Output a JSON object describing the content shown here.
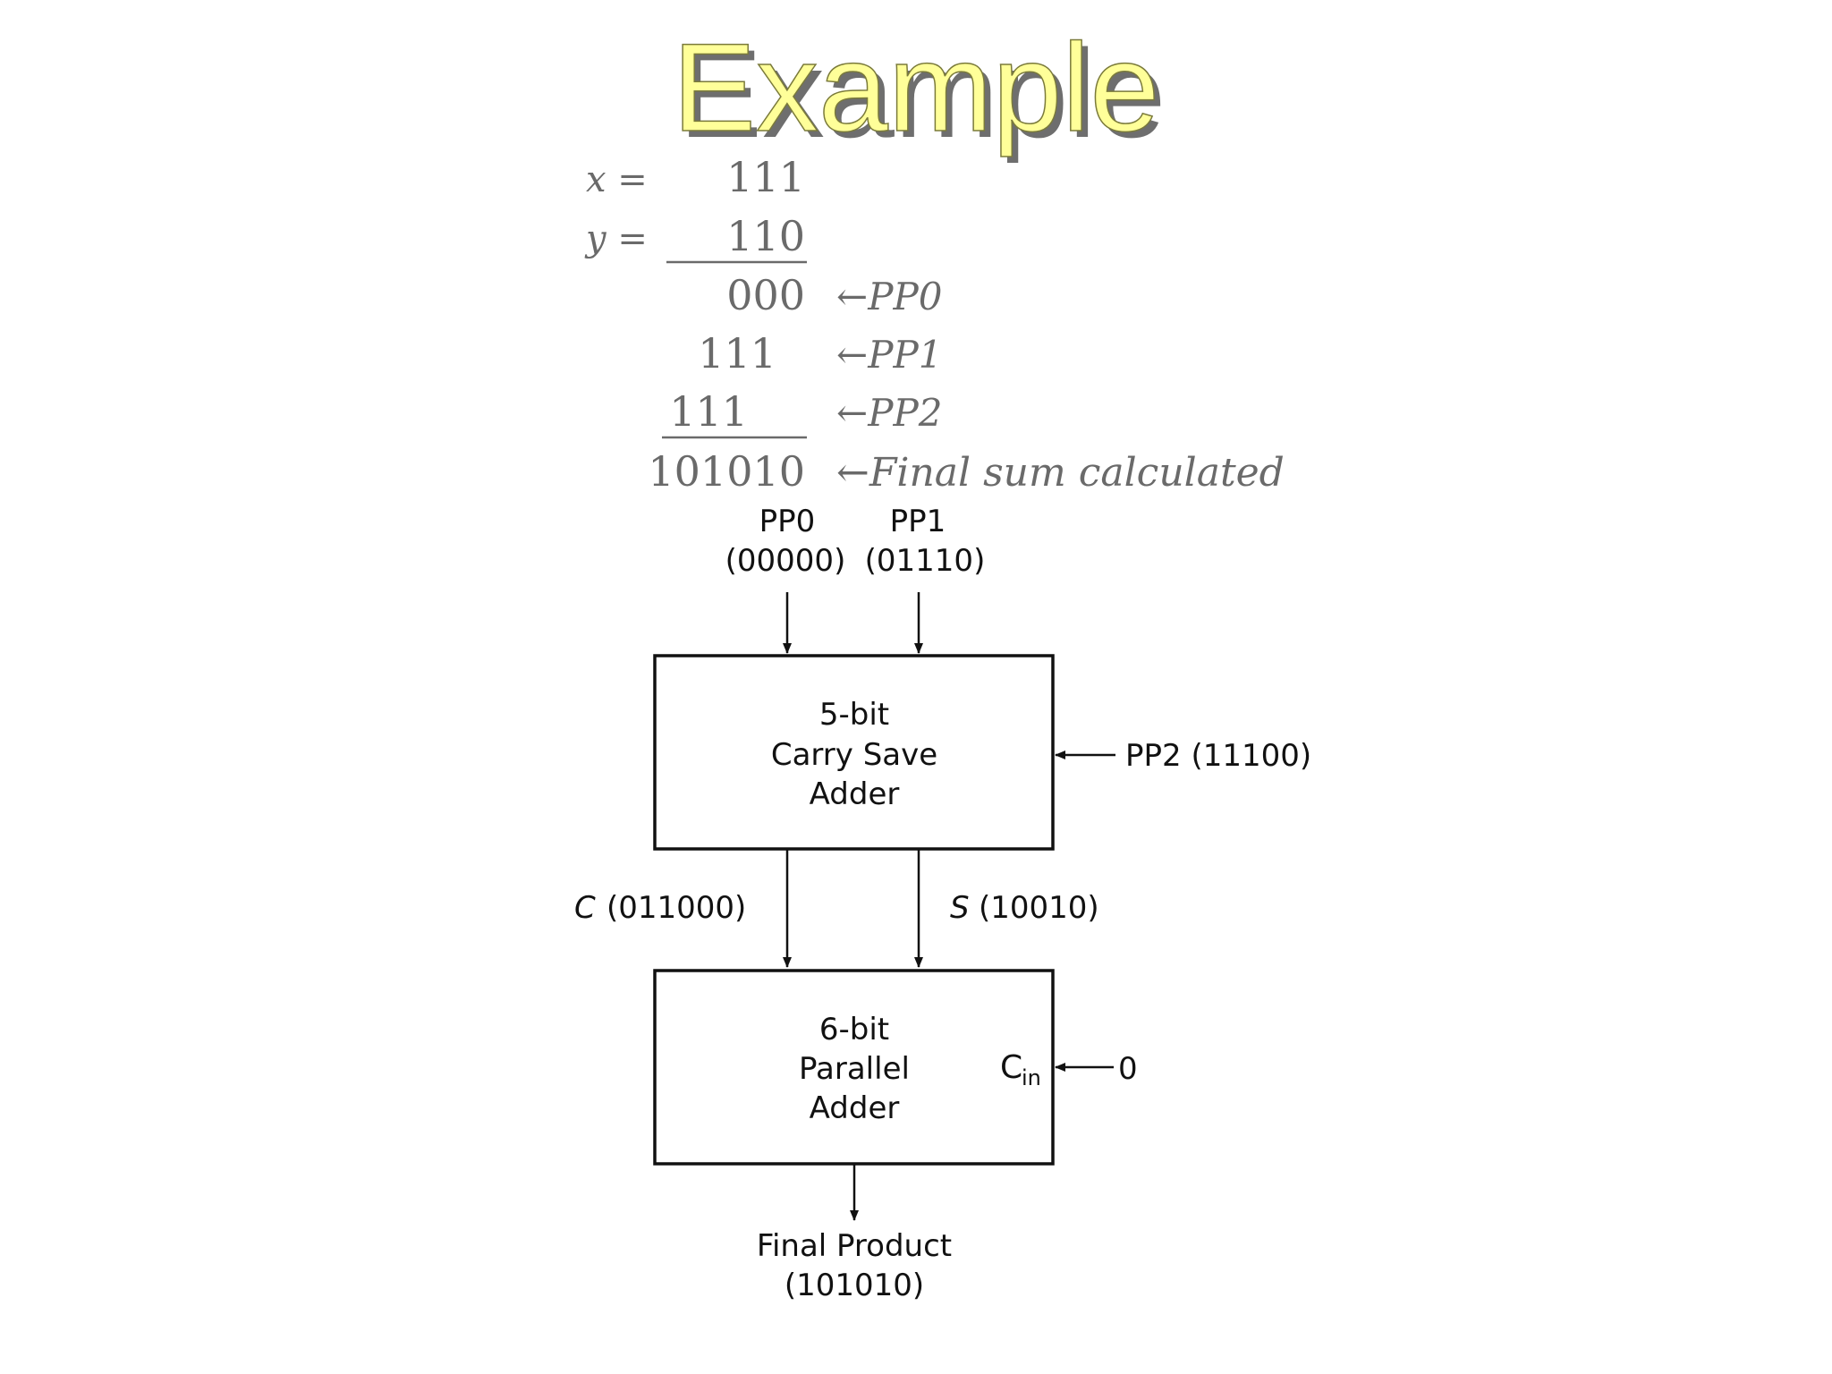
{
  "slide": {
    "title": "Example"
  },
  "calculation": {
    "x_label": "x =",
    "x_value": "111",
    "y_label": "y =",
    "y_value": "110",
    "rows": [
      {
        "value": "000",
        "annotation": "←PP0"
      },
      {
        "value": "111",
        "annotation": "←PP1"
      },
      {
        "value": "111",
        "annotation": "←PP2"
      },
      {
        "value": "101010",
        "annotation": "←Final sum calculated"
      }
    ]
  },
  "diagram": {
    "input_pp0": {
      "name": "PP0",
      "value": "(00000)"
    },
    "input_pp1": {
      "name": "PP1",
      "value": "(01110)"
    },
    "csa_box": {
      "line1": "5-bit",
      "line2": "Carry Save",
      "line3": "Adder"
    },
    "input_pp2": "PP2 (11100)",
    "carry_output": {
      "symbol": "C",
      "value": "(011000)"
    },
    "sum_output": {
      "symbol": "S",
      "value": "(10010)"
    },
    "adder_box": {
      "line1": "6-bit",
      "line2": "Parallel",
      "line3": "Adder"
    },
    "carry_in": {
      "symbol": "C",
      "subscript": "in",
      "value": "0"
    },
    "final_product": {
      "label": "Final Product",
      "value": "(101010)"
    }
  }
}
